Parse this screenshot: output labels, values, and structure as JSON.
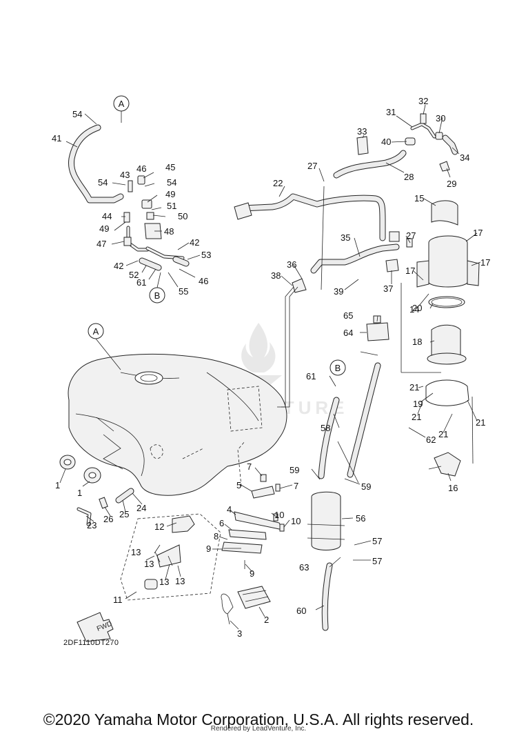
{
  "diagram": {
    "code": "2DF1110DT270",
    "fwd_label": "FWD",
    "ref_a": "A",
    "ref_b": "B",
    "watermark": "LEADVENTURE",
    "callouts": [
      "1",
      "1",
      "2",
      "3",
      "4",
      "5",
      "6",
      "7",
      "7",
      "8",
      "9",
      "9",
      "10",
      "10",
      "11",
      "12",
      "13",
      "13",
      "13",
      "13",
      "14",
      "15",
      "16",
      "17",
      "17",
      "17",
      "18",
      "19",
      "20",
      "21",
      "21",
      "21",
      "21",
      "22",
      "23",
      "24",
      "25",
      "26",
      "27",
      "27",
      "28",
      "29",
      "30",
      "31",
      "32",
      "33",
      "34",
      "35",
      "36",
      "37",
      "38",
      "39",
      "40",
      "41",
      "42",
      "42",
      "43",
      "44",
      "45",
      "46",
      "46",
      "47",
      "48",
      "49",
      "49",
      "50",
      "51",
      "52",
      "53",
      "54",
      "54",
      "54",
      "55",
      "56",
      "57",
      "57",
      "58",
      "59",
      "59",
      "60",
      "61",
      "61",
      "62",
      "63",
      "64",
      "65"
    ]
  },
  "footer": {
    "copyright": "©2020 Yamaha Motor Corporation, U.S.A. All rights reserved.",
    "rendered_by": "Rendered by LeadVenture, Inc."
  }
}
